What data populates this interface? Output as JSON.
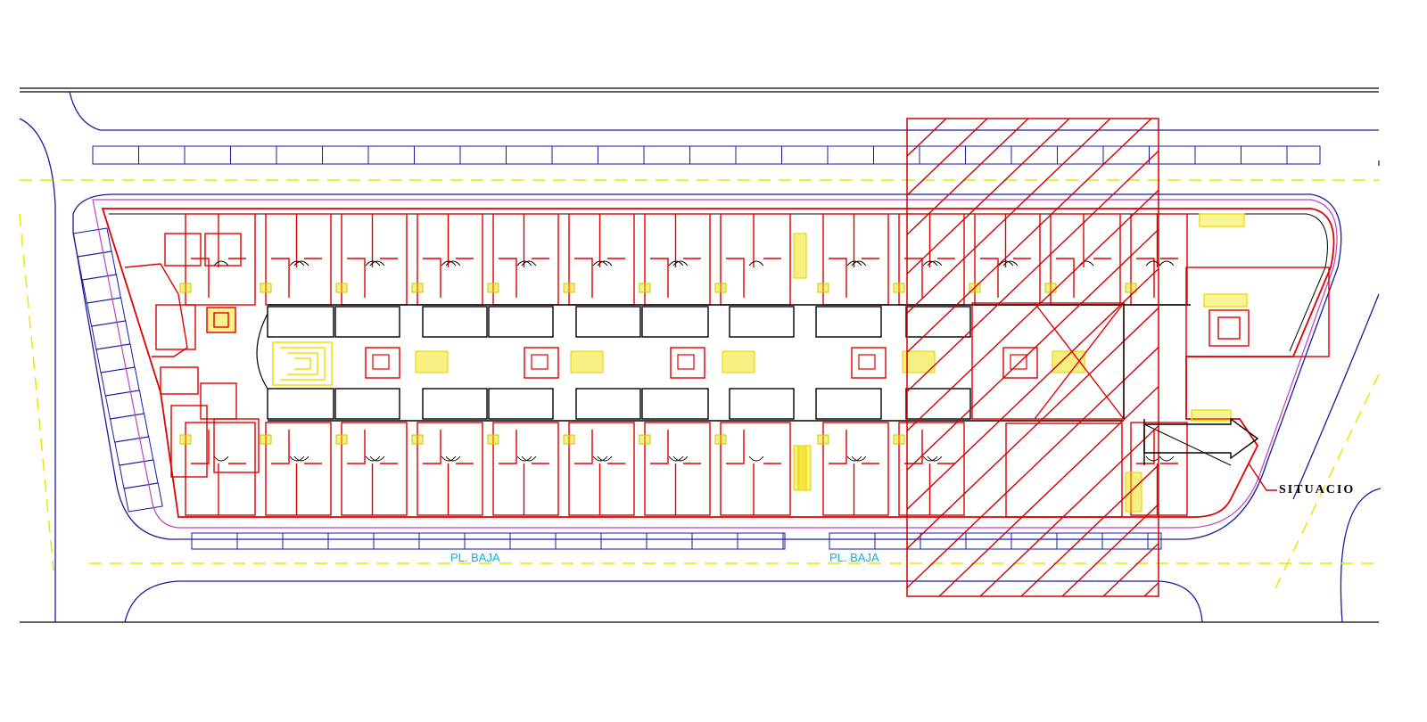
{
  "labels": {
    "floor_left": "PL. BAJA",
    "floor_right": "PL. BAJA",
    "situation": "SITUACIO"
  },
  "colors": {
    "background": "#ffffff",
    "street": "#1a1aa0",
    "axis": "#e8e800",
    "walls": "#e00000",
    "solid": "#000000",
    "site": "#c040c0",
    "text": "#00b8d8",
    "hatch": "#d00000",
    "stairs": "#f0e000",
    "frame": "#000000"
  },
  "icons": {
    "north_arrow": "arrow-right-icon",
    "stairs": "stair-flight-icon",
    "lift": "lift-core-icon",
    "door": "door-swing-icon"
  }
}
